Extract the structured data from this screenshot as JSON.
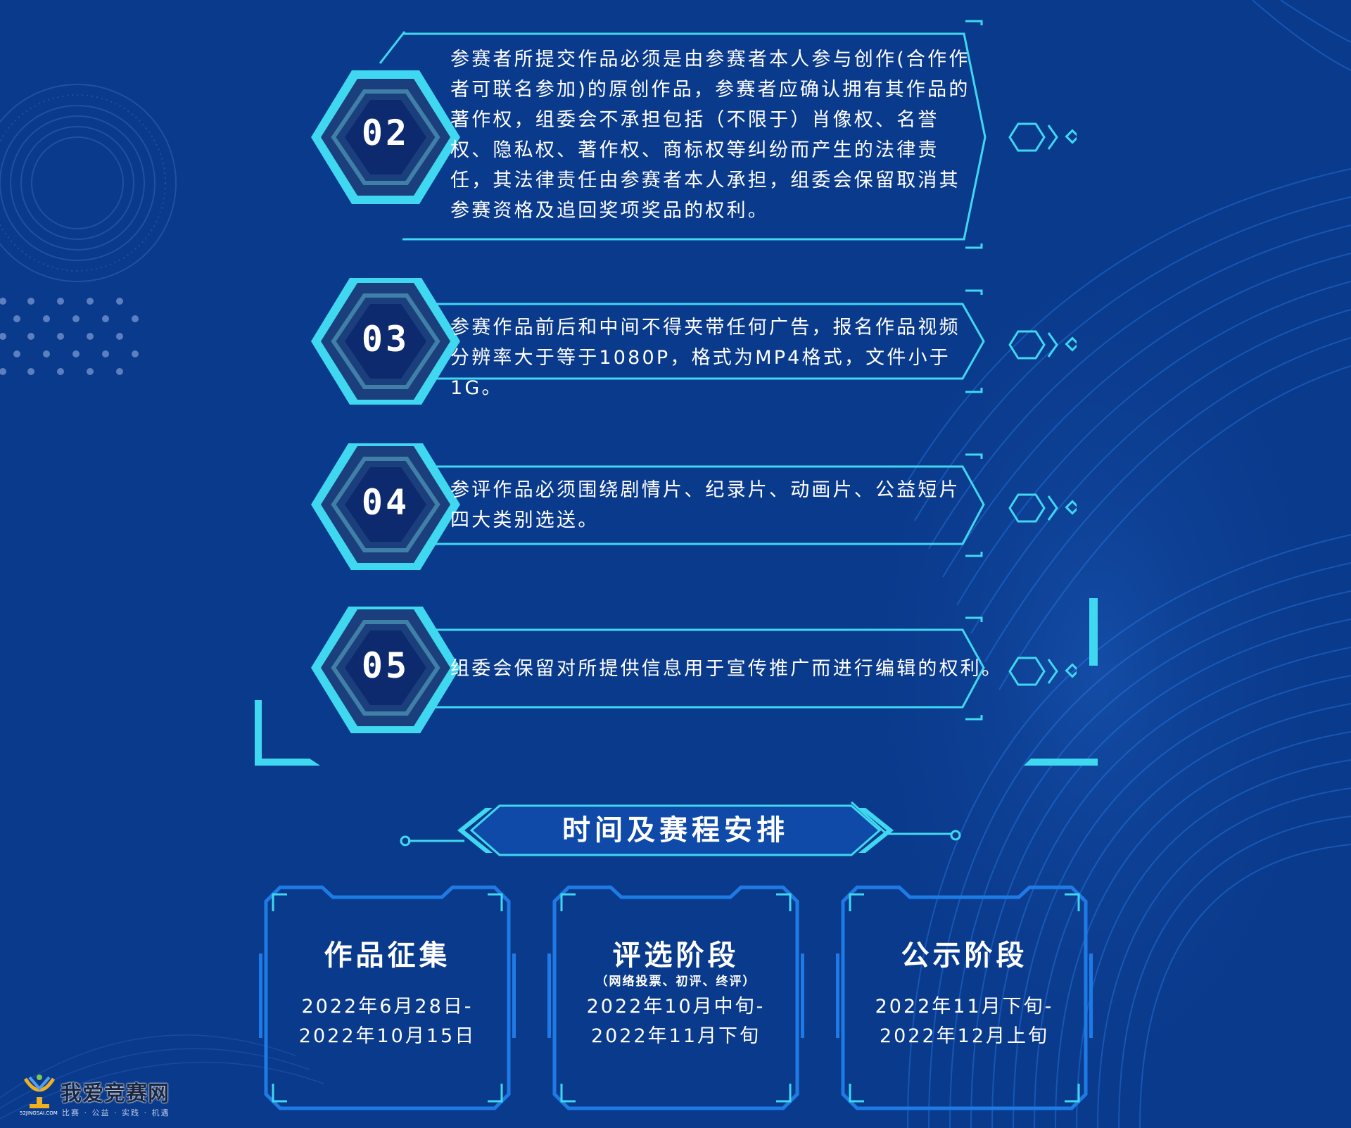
{
  "rules": [
    {
      "number": "02",
      "text": "参赛者所提交作品必须是由参赛者本人参与创作(合作作者可联名参加)的原创作品，参赛者应确认拥有其作品的著作权，组委会不承担包括（不限于）肖像权、名誉权、隐私权、著作权、商标权等纠纷而产生的法律责任，其法律责任由参赛者本人承担，组委会保留取消其参赛资格及追回奖项奖品的权利。"
    },
    {
      "number": "03",
      "text": "参赛作品前后和中间不得夹带任何广告，报名作品视频分辨率大于等于1080P，格式为MP4格式，文件小于1G。"
    },
    {
      "number": "04",
      "text": "参评作品必须围绕剧情片、纪录片、动画片、公益短片四大类别选送。"
    },
    {
      "number": "05",
      "text": "组委会保留对所提供信息用于宣传推广而进行编辑的权利。"
    }
  ],
  "schedule": {
    "title": "时间及赛程安排",
    "stages": [
      {
        "title": "作品征集",
        "subtitle": "",
        "date_line1": "2022年6月28日-",
        "date_line2": "2022年10月15日"
      },
      {
        "title": "评选阶段",
        "subtitle": "（网络投票、初评、终评）",
        "date_line1": "2022年10月中旬-",
        "date_line2": "2022年11月下旬"
      },
      {
        "title": "公示阶段",
        "subtitle": "",
        "date_line1": "2022年11月下旬-",
        "date_line2": "2022年12月上旬"
      }
    ]
  },
  "logo": {
    "name": "我爱竞赛网",
    "slogan": "比赛 · 公益 · 实践 · 机遇",
    "domain": "52JINGSAI.COM"
  },
  "colors": {
    "background": "#0a3a8c",
    "accent_cyan": "#3fd8f0",
    "frame_blue": "#1e7be6",
    "hex_dark": "#0d2a6e"
  }
}
